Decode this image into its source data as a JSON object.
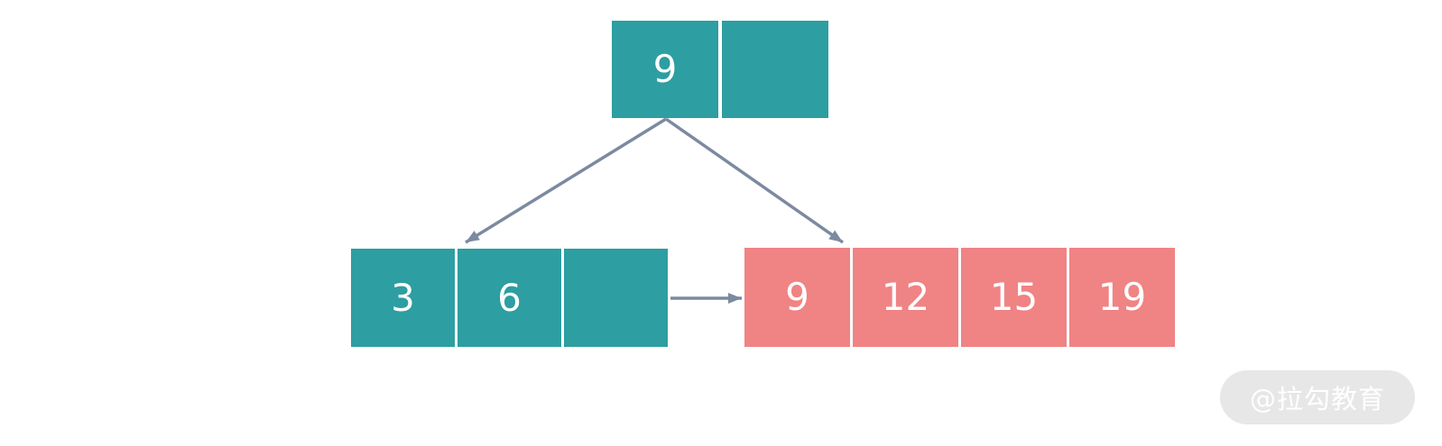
{
  "colors": {
    "internal_node": "#2D9EA1",
    "leaf_node": "#F08384",
    "arrow": "#7C8AA0",
    "cell_text": "#FFFFFF",
    "watermark_bg": "#E7E7E7",
    "watermark_text": "#FFFFFF"
  },
  "nodes": {
    "root": {
      "cells": [
        "9",
        ""
      ]
    },
    "left": {
      "cells": [
        "3",
        "6",
        ""
      ]
    },
    "right": {
      "cells": [
        "9",
        "12",
        "15",
        "19"
      ]
    }
  },
  "watermark": {
    "text": "@拉勾教育"
  }
}
